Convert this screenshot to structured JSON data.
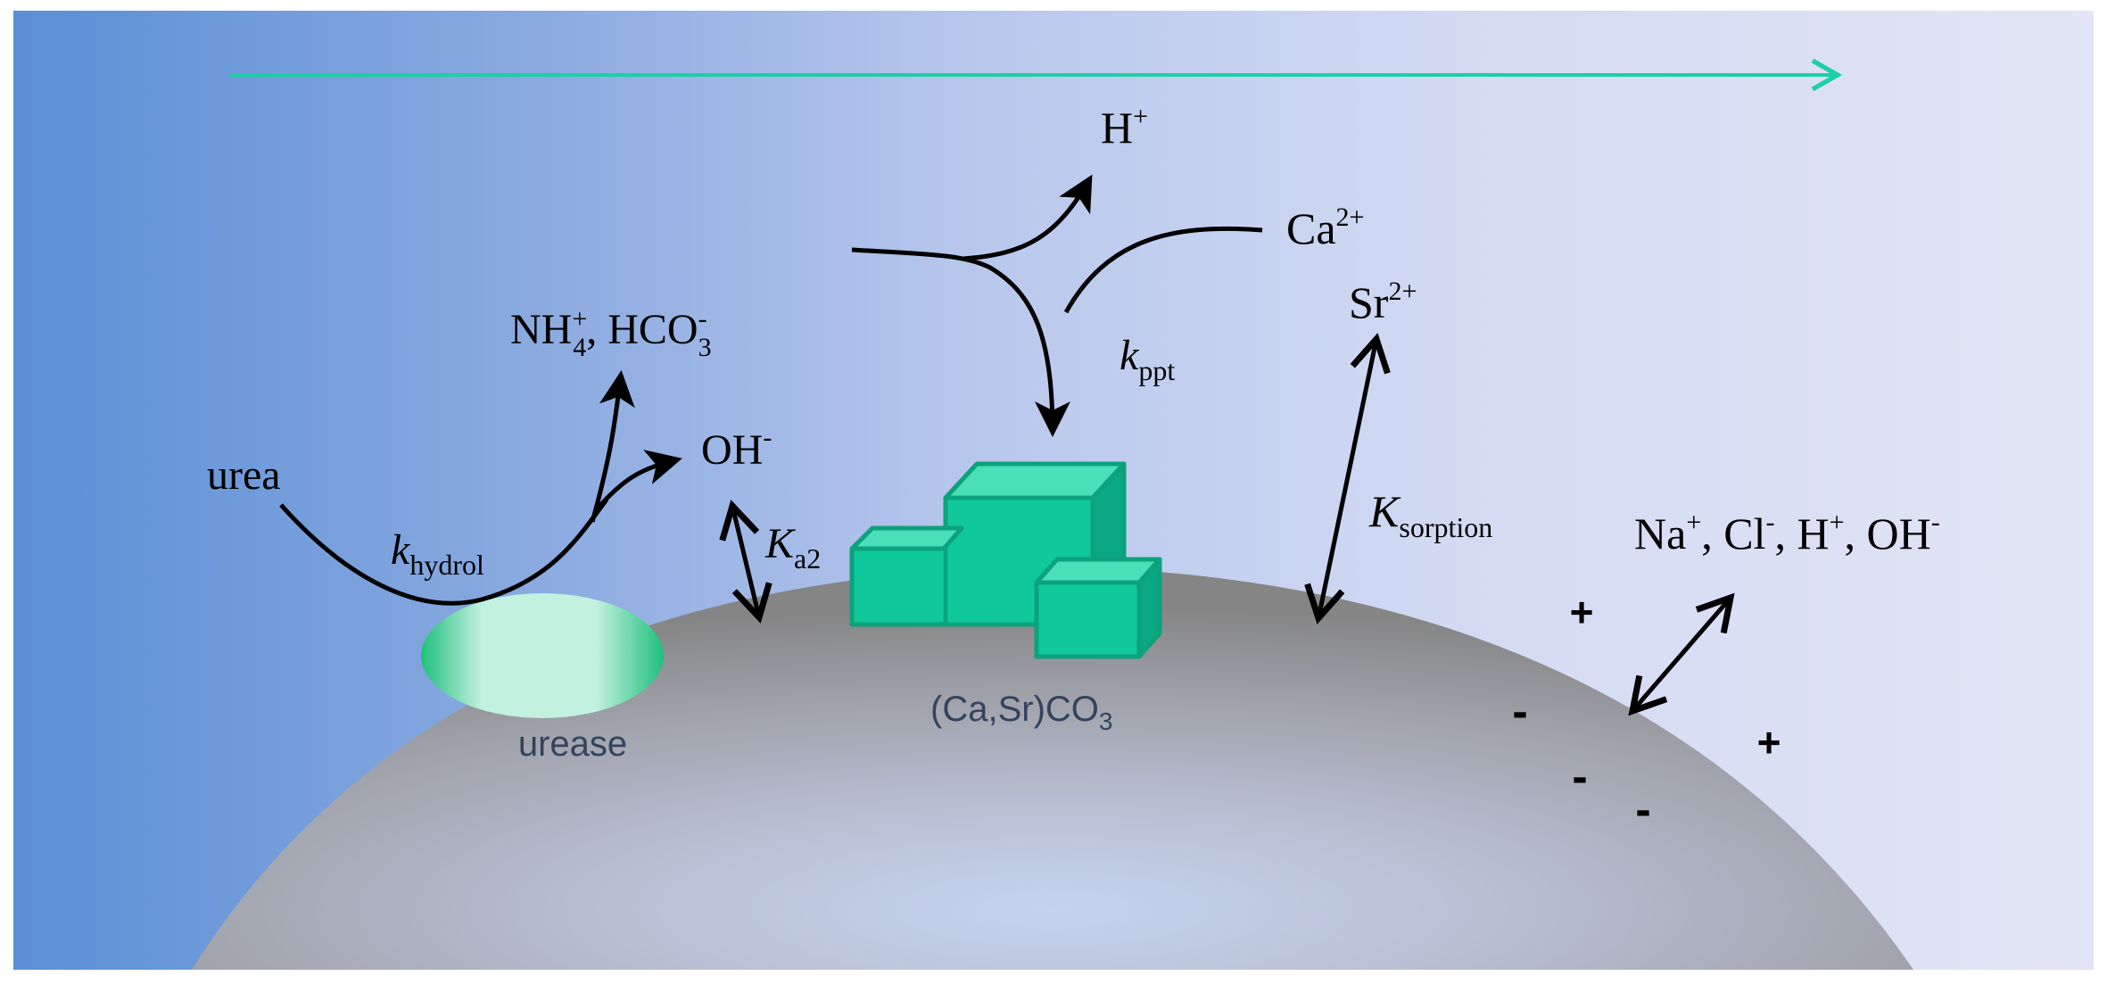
{
  "colors": {
    "bg_left": "#5b8fd6",
    "bg_mid": "#b6c6ec",
    "bg_right": "#e1e5f5",
    "particle_edge": "#8f8f8f",
    "particle_center": "#c6d2ee",
    "flow_arrow": "#1ccfa6",
    "crystal": "#10c99b",
    "urease": "#3fd494",
    "arrow": "#000000",
    "sans_label": "#33445c"
  },
  "labels": {
    "urea": "urea",
    "products_nh": "NH",
    "products_nh_sub": "4",
    "products_nh_sup": "+",
    "products_sep": ", HCO",
    "products_hco_sub": "3",
    "products_hco_sup": "-",
    "oh": "OH",
    "oh_sup": "-",
    "k_hydrol": "k",
    "k_hydrol_sub": "hydrol",
    "ka2": "K",
    "ka2_sub": "a2",
    "h_plus": "H",
    "h_plus_sup": "+",
    "ca": "Ca",
    "ca_sup": "2+",
    "sr": "Sr",
    "sr_sup": "2+",
    "k_ppt": "k",
    "k_ppt_sub": "ppt",
    "k_sorption": "K",
    "k_sorption_sub": "sorption",
    "ions": "Na",
    "ions_na_sup": "+",
    "ions_cl": ", Cl",
    "ions_cl_sup": "-",
    "ions_h": ", H",
    "ions_h_sup": "+",
    "ions_oh": ", OH",
    "ions_oh_sup": "-",
    "urease": "urease",
    "mineral": "(Ca,Sr)CO",
    "mineral_sub": "3",
    "charges": [
      "+",
      "+",
      "-",
      "-",
      "-"
    ]
  },
  "icons": {
    "flow": "flow-direction-arrow",
    "particle": "soil-grain",
    "enzyme": "urease-blob",
    "precipitate": "crystal-cubes"
  }
}
